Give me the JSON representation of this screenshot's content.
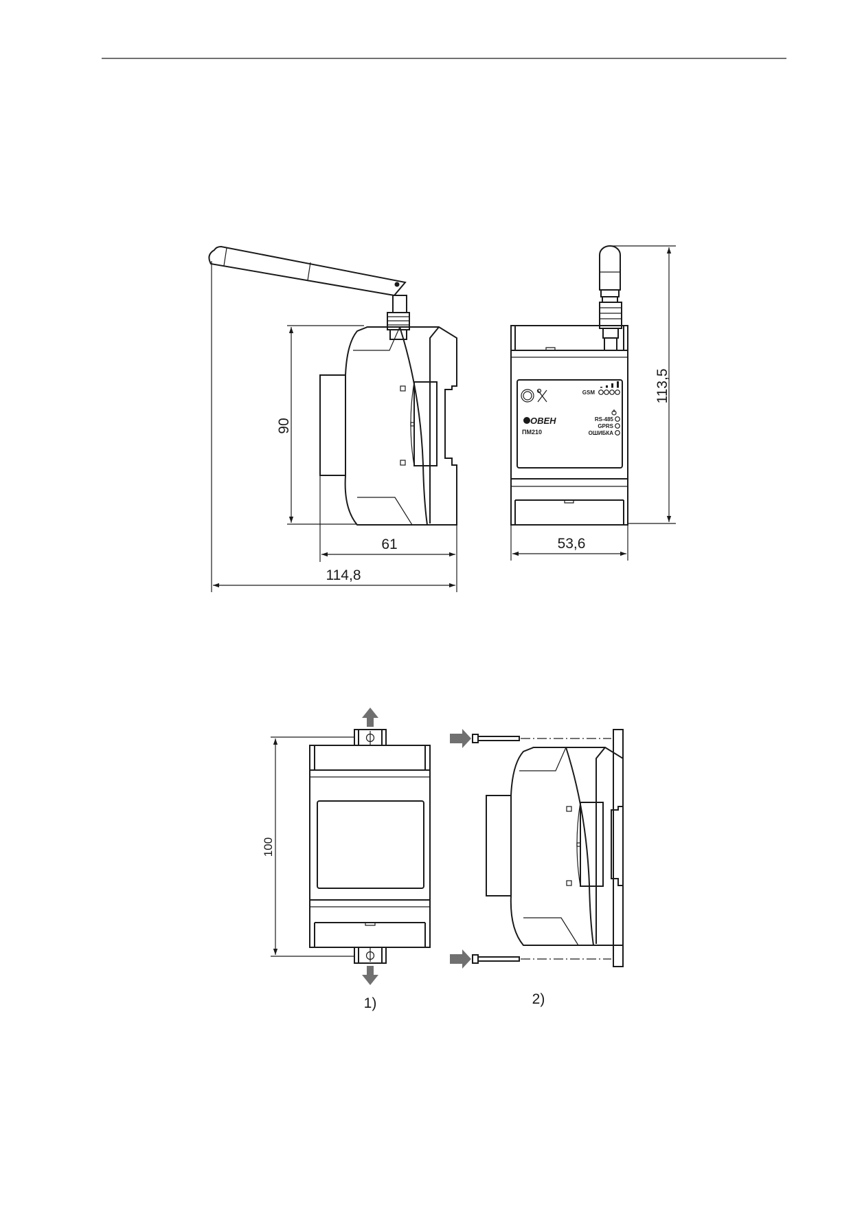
{
  "colors": {
    "line": "#1a1a1a",
    "arrow_fill": "#707070",
    "background": "#ffffff"
  },
  "front_panel": {
    "brand": "ОВЕН",
    "model": "ПМ210",
    "gsm_label": "GSM",
    "indicators": [
      "RS-485",
      "GPRS",
      "ОШИБКА"
    ],
    "power_icon": "power-icon",
    "tool_icon": "tools-icon"
  },
  "dimensions": {
    "side_height": "90",
    "side_depth": "61",
    "total_width_with_antenna": "114,8",
    "front_width": "53,6",
    "total_height_with_antenna": "113,5",
    "mount_height": "100"
  },
  "figure_labels": {
    "mount_view_1": "1)",
    "mount_view_2": "2)"
  }
}
